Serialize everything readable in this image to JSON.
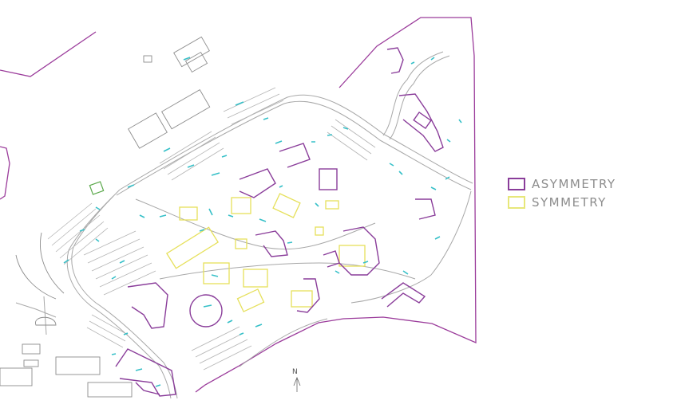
{
  "legend": [
    {
      "label": "ASYMMETRY",
      "color": "#8a3d9a"
    },
    {
      "label": "SYMMETRY",
      "color": "#e7e77a"
    }
  ],
  "north_label": "N",
  "colors": {
    "roads": "#9a9a9a",
    "boundary": "#9b3c9b",
    "asymmetry": "#8a3d9a",
    "symmetry": "#e6e05a",
    "parking_marks": "#36c0c8",
    "green_feature": "#5aa84a"
  }
}
